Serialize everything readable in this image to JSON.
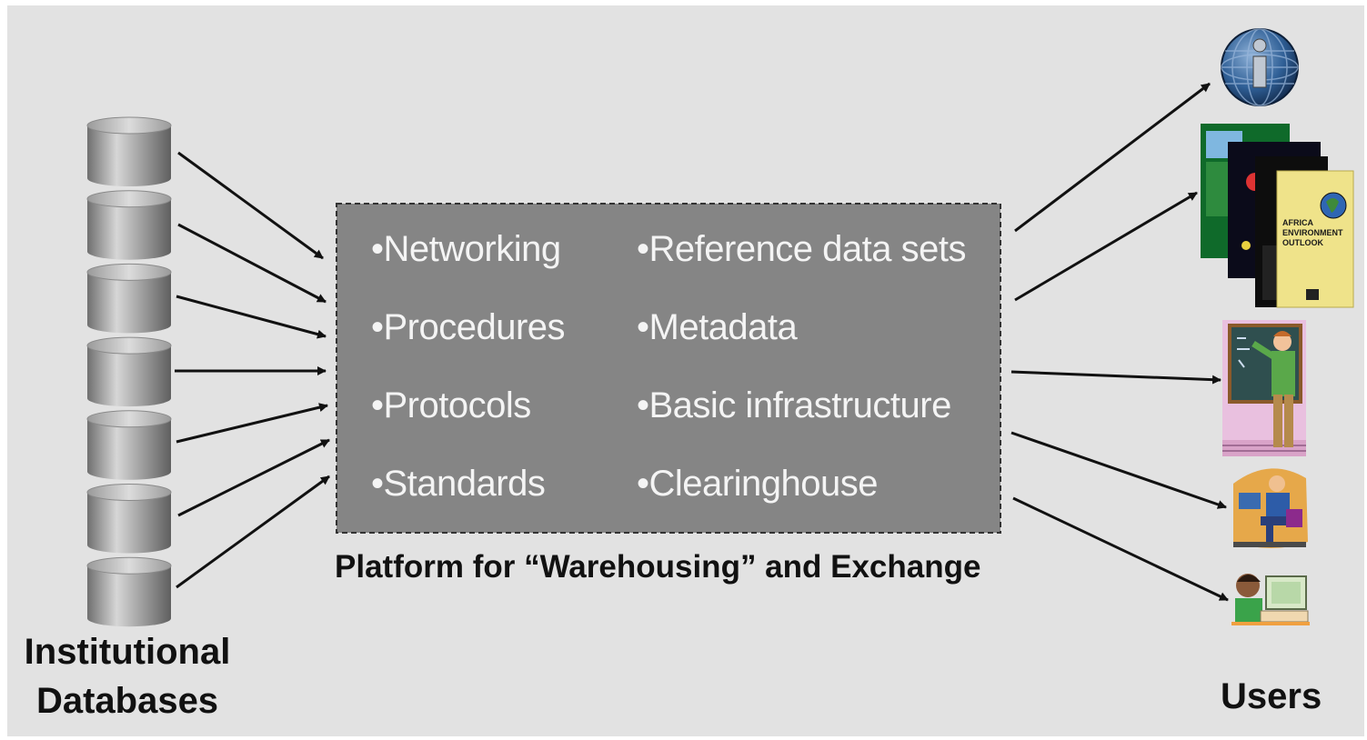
{
  "databases": {
    "label_line1": "Institutional",
    "label_line2": "Databases",
    "count": 7
  },
  "platform": {
    "caption": "Platform for “Warehousing” and Exchange",
    "items_left": [
      "•Networking",
      "•Procedures",
      "•Protocols",
      "•Standards"
    ],
    "items_right": [
      "•Reference data sets",
      "•Metadata",
      "•Basic infrastructure",
      "•Clearinghouse"
    ]
  },
  "users": {
    "label": "Users",
    "icons": [
      "globe-info-icon",
      "publication-covers-icon",
      "teacher-blackboard-icon",
      "office-worker-icon",
      "child-computer-icon"
    ]
  },
  "book_cover_text": [
    "AFRICA",
    "ENVIRONMENT",
    "OUTLOOK"
  ],
  "colors": {
    "background": "#e2e2e2",
    "platform_fill": "#858585",
    "cylinder": "#8a8a8a"
  }
}
